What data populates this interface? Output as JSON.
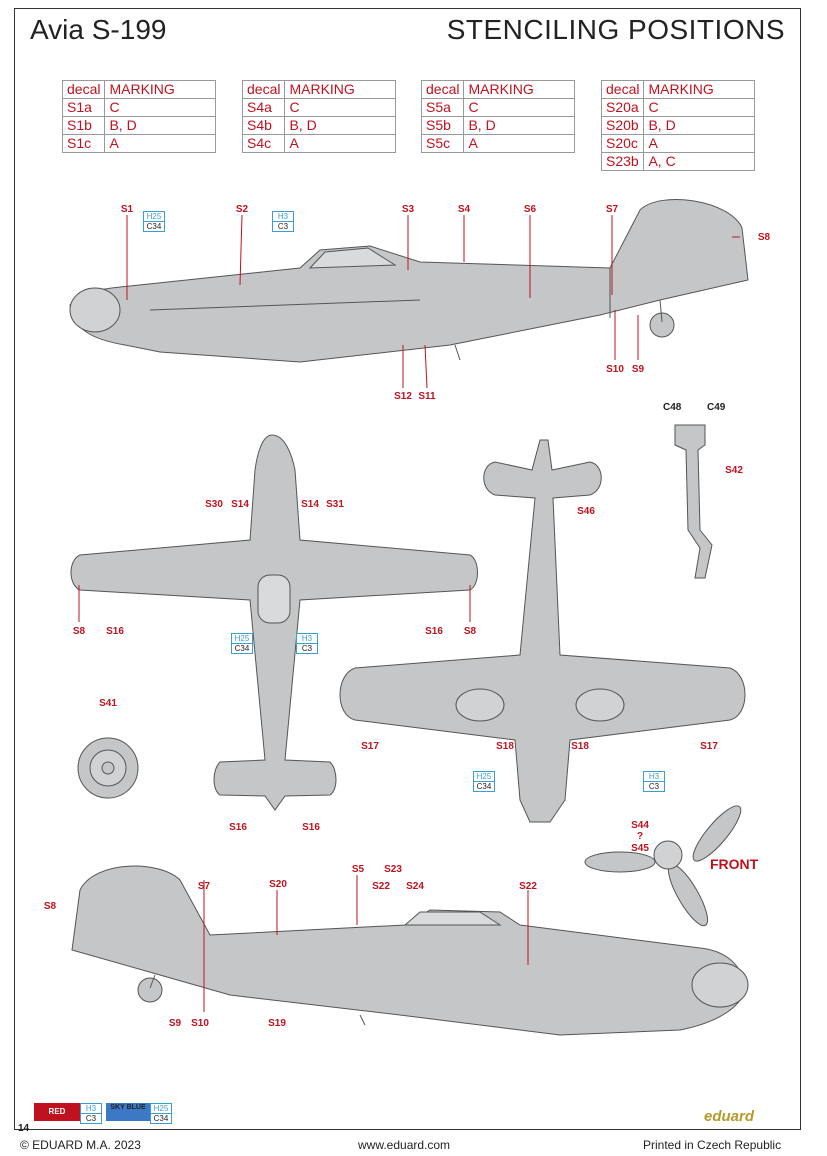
{
  "header": {
    "title_left": "Avia S-199",
    "title_right": "STENCILING POSITIONS"
  },
  "tables": [
    {
      "head": [
        "decal",
        "MARKING"
      ],
      "rows": [
        [
          "S1a",
          "C"
        ],
        [
          "S1b",
          "B, D"
        ],
        [
          "S1c",
          "A"
        ]
      ]
    },
    {
      "head": [
        "decal",
        "MARKING"
      ],
      "rows": [
        [
          "S4a",
          "C"
        ],
        [
          "S4b",
          "B, D"
        ],
        [
          "S4c",
          "A"
        ]
      ]
    },
    {
      "head": [
        "decal",
        "MARKING"
      ],
      "rows": [
        [
          "S5a",
          "C"
        ],
        [
          "S5b",
          "B, D"
        ],
        [
          "S5c",
          "A"
        ]
      ]
    },
    {
      "head": [
        "decal",
        "MARKING"
      ],
      "rows": [
        [
          "S20a",
          "C"
        ],
        [
          "S20b",
          "B, D"
        ],
        [
          "S20c",
          "A"
        ],
        [
          "S23b",
          "A, C"
        ]
      ]
    }
  ],
  "callouts": {
    "s1": "S1",
    "s2": "S2",
    "s3": "S3",
    "s4": "S4",
    "s6": "S6",
    "s7": "S7",
    "s8": "S8",
    "s9": "S9",
    "s10": "S10",
    "s11": "S11",
    "s12": "S12",
    "s14": "S14",
    "s16": "S16",
    "s17": "S17",
    "s18": "S18",
    "s19": "S19",
    "s20": "S20",
    "s22": "S22",
    "s23": "S23",
    "s24": "S24",
    "s30": "S30",
    "s31": "S31",
    "s41": "S41",
    "s42": "S42",
    "s44": "S44",
    "s45": "S45",
    "s46": "S46",
    "s5": "S5",
    "q": "?",
    "c48": "C48",
    "c49": "C49"
  },
  "paint": {
    "h25": "H25",
    "c34": "C34",
    "h3": "H3",
    "c3": "C3"
  },
  "front_label": "FRONT",
  "legend": {
    "red": "RED",
    "red_h": "H3",
    "red_c": "C3",
    "blue": "SKY BLUE",
    "blue_h": "H25",
    "blue_c": "C34"
  },
  "footer": {
    "page": "14",
    "copyright": "© EDUARD M.A. 2023",
    "url": "www.eduard.com",
    "printed": "Printed in Czech Republic",
    "brand": "eduard"
  },
  "colors": {
    "accent": "#c0121e",
    "paint_box": "#3a9fd0",
    "aircraft": "#c4c6c8"
  }
}
